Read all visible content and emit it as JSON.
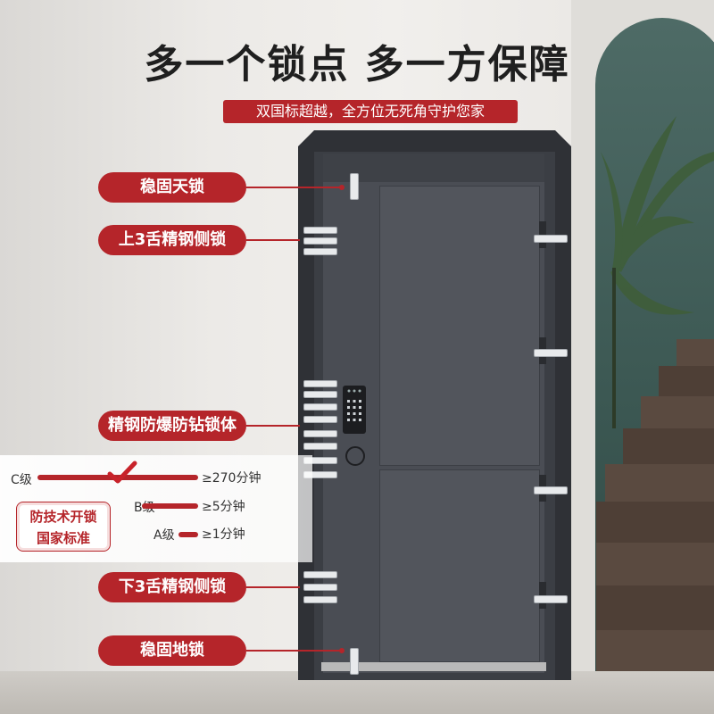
{
  "headline": "多一个锁点 多一方保障",
  "subheadline": "双国标超越，全方位无死角守护您家",
  "labels": {
    "top_lock": "稳固天锁",
    "upper_side_lock": "上3舌精钢侧锁",
    "lock_body": "精钢防爆防钻锁体",
    "lower_side_lock": "下3舌精钢侧锁",
    "floor_lock": "稳固地锁"
  },
  "standard": {
    "line1": "防技术开锁",
    "line2": "国家标准"
  },
  "grades": [
    {
      "letter": "C级",
      "time": "≥270分钟",
      "level": 1.0
    },
    {
      "letter": "B级",
      "time": "≥5分钟",
      "level": 0.35
    },
    {
      "letter": "A级",
      "time": "≥1分钟",
      "level": 0.12
    }
  ],
  "icons": {
    "check": "check-mark-icon"
  },
  "colors": {
    "accent": "#b5252a",
    "door": "#4a4d54",
    "frame": "#2f3136",
    "arch": "#3b5752"
  }
}
